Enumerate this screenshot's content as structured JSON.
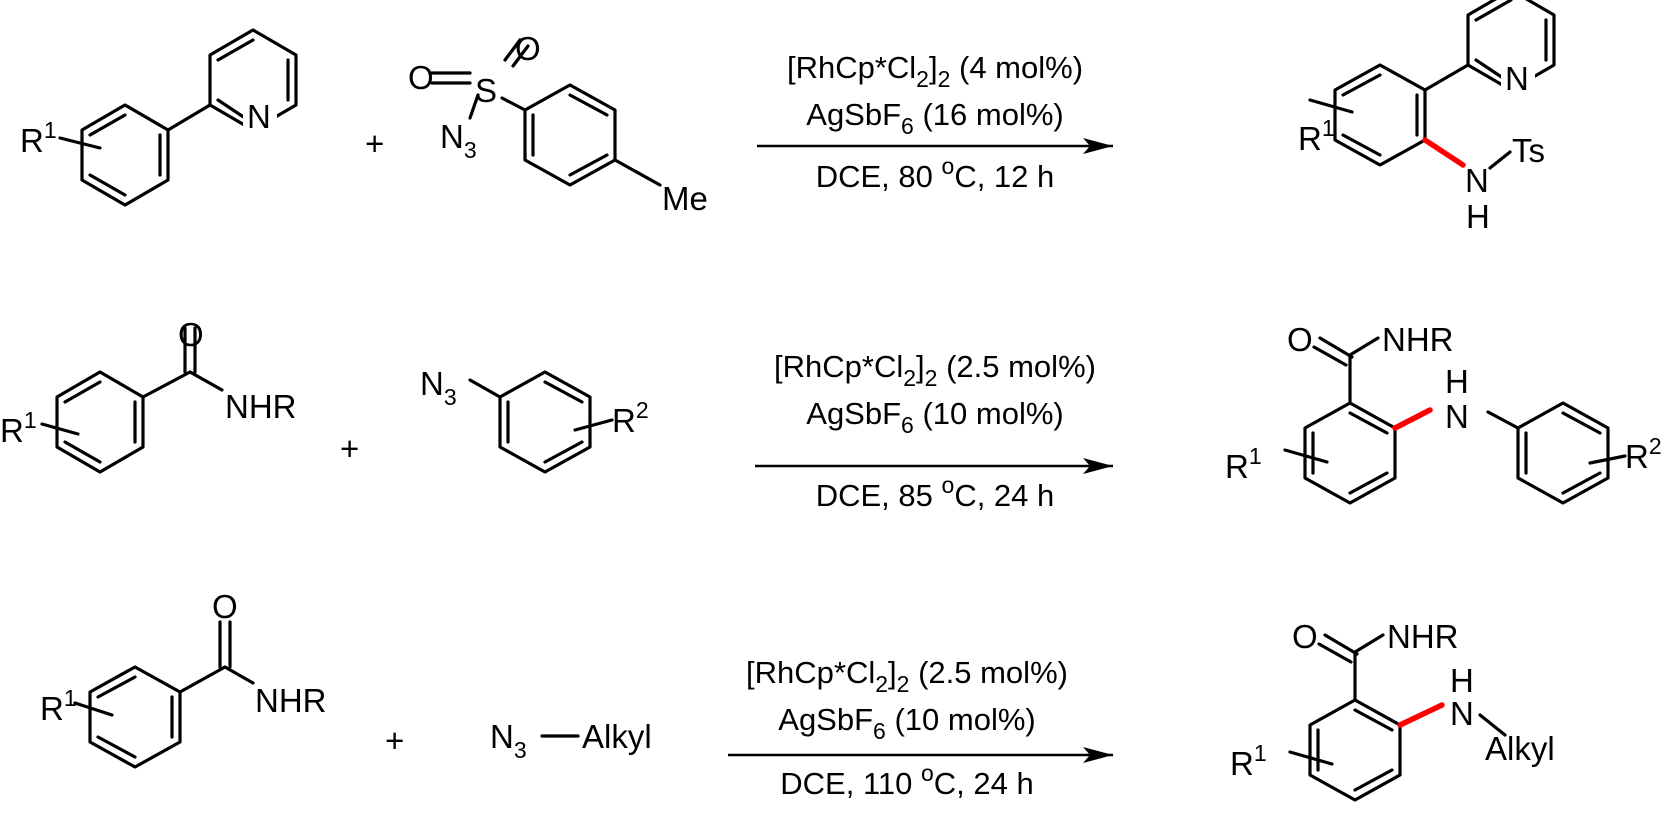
{
  "reactions": [
    {
      "substrate": {
        "r_group": "R",
        "r_sup": "1",
        "atom_n": "N"
      },
      "plus": "+",
      "reagent": {
        "o1": "O",
        "o2": "O",
        "s": "S",
        "n3": "N",
        "n3_sub": "3",
        "me": "Me"
      },
      "conditions": {
        "line1": {
          "a": "[RhCp*Cl",
          "sub1": "2",
          "b": "]",
          "sub2": "2",
          "c": " (4 mol%)"
        },
        "line2": {
          "a": "AgSbF",
          "sub": "6",
          "b": " (16 mol%)"
        },
        "line3": {
          "a": "DCE, 80 ",
          "sup": "o",
          "b": "C, 12 h"
        }
      },
      "product": {
        "r_group": "R",
        "r_sup": "1",
        "atom_n": "N",
        "nh_n": "N",
        "nh_h": "H",
        "ts": "Ts"
      }
    },
    {
      "substrate": {
        "r_group": "R",
        "r_sup": "1",
        "o": "O",
        "nhr": "NHR"
      },
      "plus": "+",
      "reagent": {
        "n3": "N",
        "n3_sub": "3",
        "r2": "R",
        "r2_sup": "2"
      },
      "conditions": {
        "line1": {
          "a": "[RhCp*Cl",
          "sub1": "2",
          "b": "]",
          "sub2": "2",
          "c": " (2.5 mol%)"
        },
        "line2": {
          "a": "AgSbF",
          "sub": "6",
          "b": " (10 mol%)"
        },
        "line3": {
          "a": "DCE, 85 ",
          "sup": "o",
          "b": "C, 24 h"
        }
      },
      "product": {
        "o": "O",
        "nhr": "NHR",
        "h": "H",
        "n": "N",
        "r1": "R",
        "r1_sup": "1",
        "r2": "R",
        "r2_sup": "2"
      }
    },
    {
      "substrate": {
        "r_group": "R",
        "r_sup": "1",
        "o": "O",
        "nhr": "NHR"
      },
      "plus": "+",
      "reagent": {
        "n3": "N",
        "n3_sub": "3",
        "alkyl": "Alkyl"
      },
      "conditions": {
        "line1": {
          "a": "[RhCp*Cl",
          "sub1": "2",
          "b": "]",
          "sub2": "2",
          "c": " (2.5 mol%)"
        },
        "line2": {
          "a": "AgSbF",
          "sub": "6",
          "b": " (10 mol%)"
        },
        "line3": {
          "a": "DCE, 110 ",
          "sup": "o",
          "b": "C, 24 h"
        }
      },
      "product": {
        "o": "O",
        "nhr": "NHR",
        "h": "H",
        "n": "N",
        "alkyl": "Alkyl",
        "r1": "R",
        "r1_sup": "1"
      }
    }
  ],
  "colors": {
    "bond": "#000000",
    "new_bond": "#ff0000"
  }
}
